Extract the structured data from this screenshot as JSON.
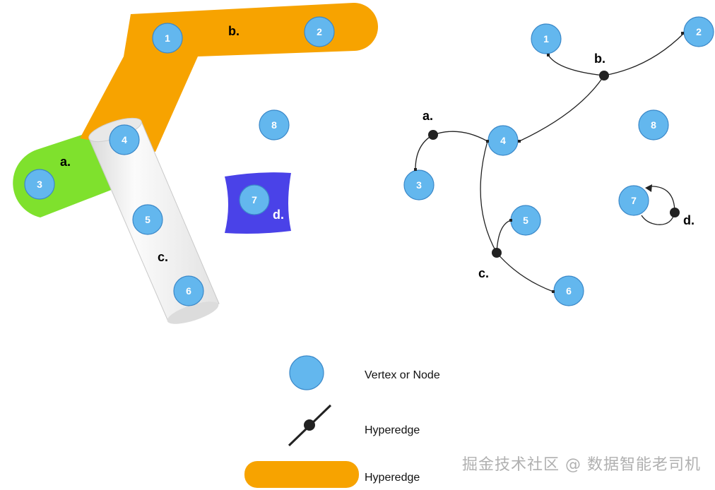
{
  "colors": {
    "node_fill": "#63b7ee",
    "node_stroke": "#3b88c8",
    "hyperedge_a": "#7fe12d",
    "hyperedge_b": "#f7a300",
    "hyperedge_c": "#f4f4f4",
    "hyperedge_d": "#4a42e8",
    "edge_line": "#222222"
  },
  "left_diagram": {
    "nodes": [
      "1",
      "2",
      "3",
      "4",
      "5",
      "6",
      "7",
      "8"
    ],
    "hyperedges": [
      {
        "label": "a.",
        "nodes": [
          "3",
          "4"
        ]
      },
      {
        "label": "b.",
        "nodes": [
          "1",
          "2",
          "4"
        ]
      },
      {
        "label": "c.",
        "nodes": [
          "4",
          "5",
          "6"
        ]
      },
      {
        "label": "d.",
        "nodes": [
          "7"
        ]
      }
    ]
  },
  "right_diagram": {
    "nodes": [
      "1",
      "2",
      "3",
      "4",
      "5",
      "6",
      "7",
      "8"
    ],
    "hyperedges": [
      {
        "label": "a.",
        "nodes": [
          "3",
          "4"
        ]
      },
      {
        "label": "b.",
        "nodes": [
          "1",
          "2",
          "4"
        ]
      },
      {
        "label": "c.",
        "nodes": [
          "4",
          "5",
          "6"
        ]
      },
      {
        "label": "d.",
        "nodes": [
          "7"
        ]
      }
    ]
  },
  "legend": {
    "vertex_label": "Vertex or Node",
    "hyperedge_line_label": "Hyperedge",
    "hyperedge_shape_label": "Hyperedge"
  },
  "watermark": "掘金技术社区 @ 数据智能老司机"
}
